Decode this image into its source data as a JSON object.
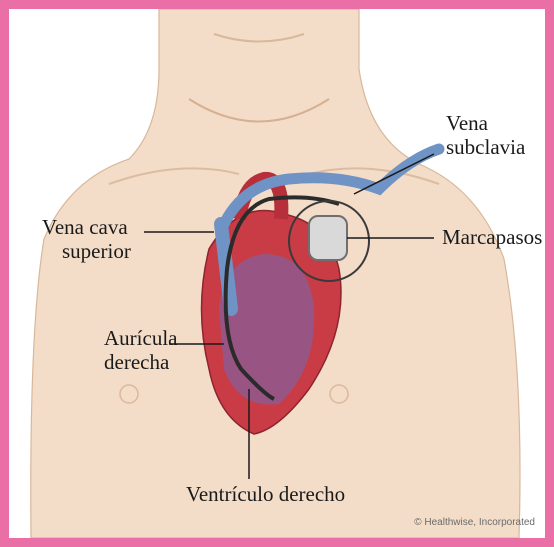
{
  "labels": {
    "vena_subclavia_line1": "Vena",
    "vena_subclavia_line2": "subclavia",
    "vena_cava_line1": "Vena cava",
    "vena_cava_line2": "superior",
    "marcapasos": "Marcapasos",
    "auricula_line1": "Aurícula",
    "auricula_line2": "derecha",
    "ventriculo": "Ventrículo derecho"
  },
  "credit": "© Healthwise, Incorporated",
  "colors": {
    "frame_border": "#ea6fa6",
    "skin": "#f3ddc8",
    "vein_blue": "#6f93c4",
    "heart_red": "#c93b45",
    "heart_purple": "#8f5b8e",
    "device_gray": "#d9d9d9"
  }
}
